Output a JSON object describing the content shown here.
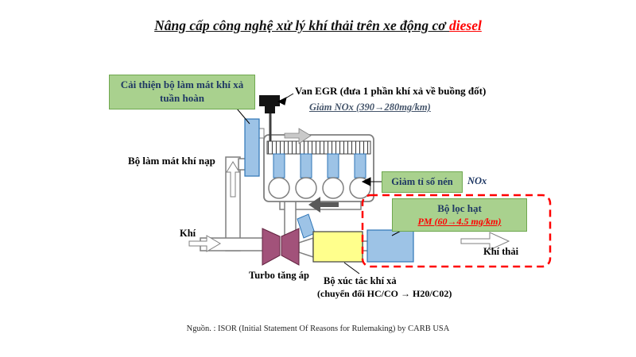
{
  "title": {
    "text": "Nâng cấp công nghệ xử lý khí thải trên xe động cơ ",
    "emphasis": "diesel"
  },
  "callouts": {
    "egr_cooler": {
      "line1": "Cải thiện bộ làm mát khí xả",
      "line2": "tuần hoàn"
    },
    "van_egr": "Van EGR (đưa 1 phần khí xả về buồng đốt)",
    "nox_reduction": "Giảm NOx (390→280mg/km)",
    "intake_cooler": "Bộ làm mát khí nạp",
    "compression": "Giảm tỉ số nén",
    "nox": "NOx",
    "dpf": {
      "line1": "Bộ lọc hạt",
      "line2": "PM  (60→4.5 mg/km)"
    },
    "air_in": "Khí",
    "exhaust_out": "Khí thải",
    "turbo": "Turbo tăng áp",
    "catalyst": "Bộ xúc tác khí xả",
    "catalyst_note": "(chuyển đổi HC/CO → H20/C02)"
  },
  "footer": {
    "source": "Nguồn. : ISOR (Initial Statement Of Reasons for Rulemaking) by CARB USA"
  },
  "colors": {
    "highlight_green": "#A9D18E",
    "component_blue": "#9DC3E6",
    "catalyst_yellow": "#FFFF8C",
    "turbo_plum": "#A2527A",
    "alert_red": "#FF0000",
    "navy_text": "#1F3864",
    "nox_note_blue": "#44546A"
  }
}
